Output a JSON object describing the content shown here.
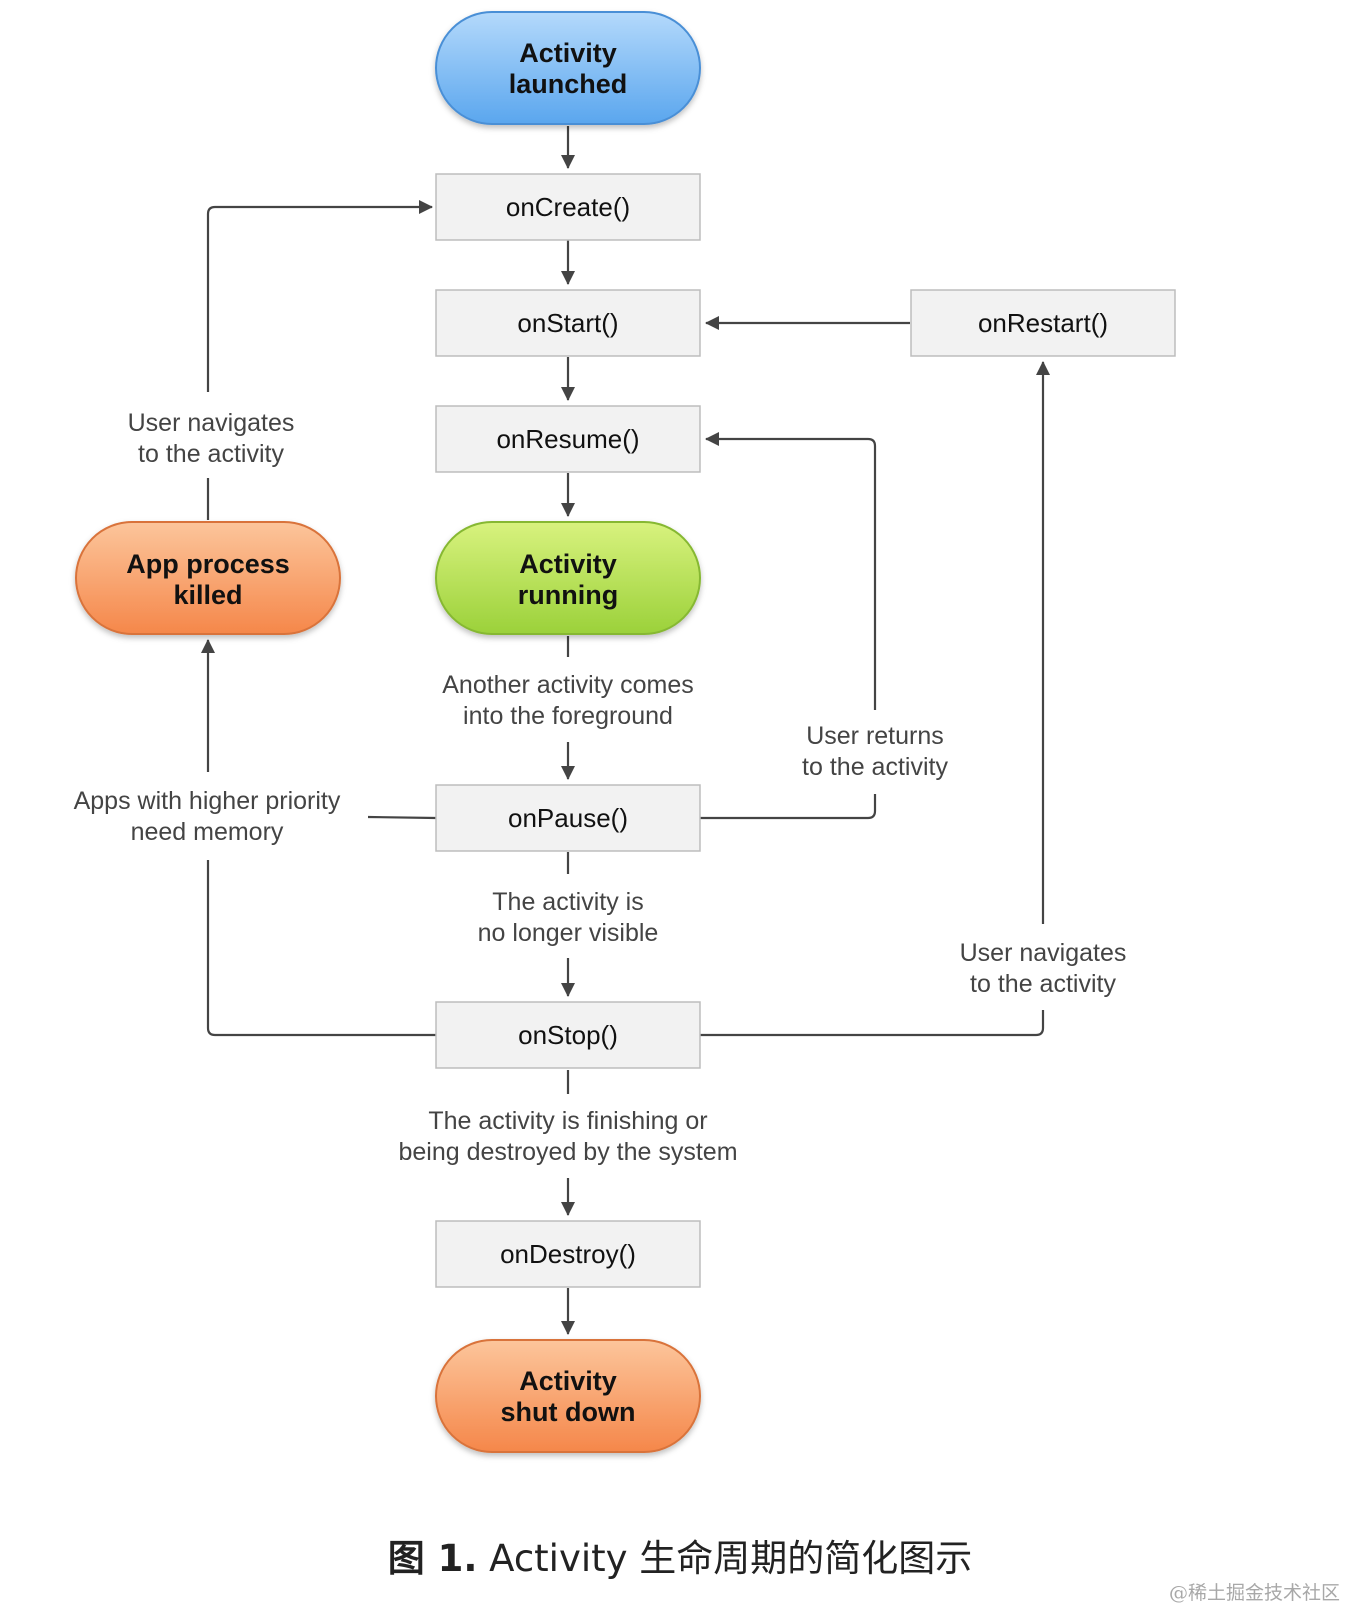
{
  "nodes": {
    "activity_launched": {
      "line1": "Activity",
      "line2": "launched"
    },
    "on_create": "onCreate()",
    "on_start": "onStart()",
    "on_restart": "onRestart()",
    "on_resume": "onResume()",
    "app_process_killed": {
      "line1": "App process",
      "line2": "killed"
    },
    "activity_running": {
      "line1": "Activity",
      "line2": "running"
    },
    "on_pause": "onPause()",
    "on_stop": "onStop()",
    "on_destroy": "onDestroy()",
    "activity_shut_down": {
      "line1": "Activity",
      "line2": "shut down"
    }
  },
  "labels": {
    "user_navigates_left": {
      "line1": "User navigates",
      "line2": "to the activity"
    },
    "another_activity": {
      "line1": "Another activity comes",
      "line2": "into the foreground"
    },
    "user_returns": {
      "line1": "User returns",
      "line2": "to the activity"
    },
    "higher_priority": {
      "line1": "Apps with higher priority",
      "line2": "need memory"
    },
    "no_longer_visible": {
      "line1": "The activity is",
      "line2": "no longer visible"
    },
    "user_navigates_right": {
      "line1": "User navigates",
      "line2": "to the activity"
    },
    "finishing": {
      "line1": "The activity is finishing or",
      "line2": "being destroyed by the system"
    }
  },
  "caption": {
    "figure": "图 1.",
    "text": "Activity 生命周期的简化图示"
  },
  "watermark": "@稀土掘金技术社区",
  "colors": {
    "blue_pill": "#6fb3f2",
    "green_pill": "#b2e04a",
    "orange_pill": "#f99a5e",
    "box_fill": "#f2f2f2",
    "line": "#444444"
  }
}
